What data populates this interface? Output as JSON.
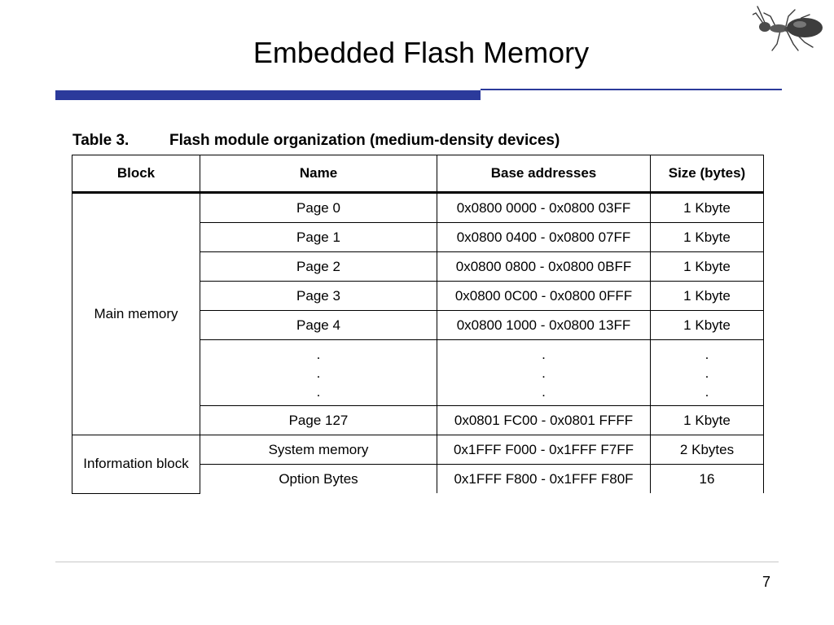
{
  "slide": {
    "title": "Embedded Flash Memory",
    "page_number": "7"
  },
  "logo": {
    "icon": "ant-icon"
  },
  "table": {
    "caption_number": "Table 3.",
    "caption_title": "Flash module organization (medium-density devices)",
    "headers": [
      "Block",
      "Name",
      "Base addresses",
      "Size (bytes)"
    ],
    "main_memory": {
      "block": "Main memory",
      "rows": [
        {
          "name": "Page 0",
          "address": "0x0800 0000 - 0x0800 03FF",
          "size": "1 Kbyte"
        },
        {
          "name": "Page 1",
          "address": "0x0800 0400 - 0x0800 07FF",
          "size": "1 Kbyte"
        },
        {
          "name": "Page 2",
          "address": "0x0800 0800 - 0x0800 0BFF",
          "size": "1 Kbyte"
        },
        {
          "name": "Page 3",
          "address": "0x0800 0C00 - 0x0800 0FFF",
          "size": "1 Kbyte"
        },
        {
          "name": "Page 4",
          "address": "0x0800 1000 - 0x0800 13FF",
          "size": "1 Kbyte"
        }
      ],
      "ellipsis": ".",
      "last_row": {
        "name": "Page 127",
        "address": "0x0801 FC00 - 0x0801 FFFF",
        "size": "1 Kbyte"
      }
    },
    "information_block": {
      "block": "Information block",
      "rows": [
        {
          "name": "System memory",
          "address": "0x1FFF F000 - 0x1FFF F7FF",
          "size": "2 Kbytes"
        },
        {
          "name": "Option Bytes",
          "address": "0x1FFF F800 - 0x1FFF F80F",
          "size": "16"
        }
      ]
    }
  },
  "colors": {
    "title_bar": "#2b3a9b",
    "footer_line": "#c8c8c8"
  }
}
